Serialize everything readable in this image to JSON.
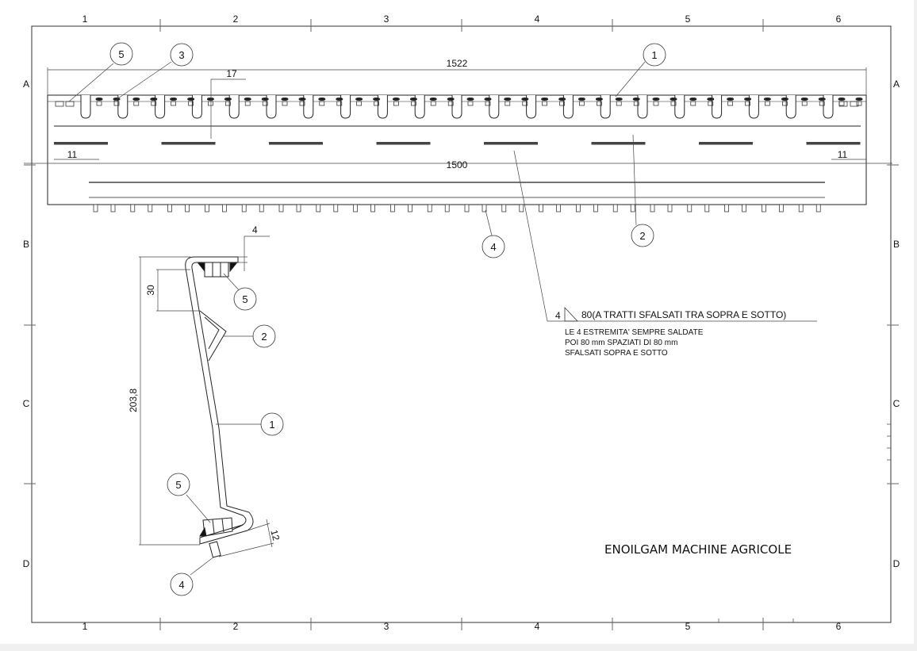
{
  "sheet": {
    "columns": [
      "1",
      "2",
      "3",
      "4",
      "5",
      "6"
    ],
    "rows": [
      "A",
      "B",
      "C",
      "D"
    ]
  },
  "top_view": {
    "dim_overall": "1522",
    "dim_inner": "1500",
    "dim_edge_left": "11",
    "dim_edge_right": "11",
    "dim_height": "17",
    "balloons": [
      "5",
      "3",
      "1",
      "2",
      "4"
    ]
  },
  "weld_note": {
    "size": "4",
    "spec": "80(A TRATTI SFALSATI TRA SOPRA E SOTTO)",
    "lines": [
      "LE 4 ESTREMITA' SEMPRE SALDATE",
      "POI 80 mm SPAZIATI DI 80 mm",
      "SFALSATI SOPRA E SOTTO"
    ]
  },
  "side_view": {
    "dim_top": "4",
    "dim_30": "30",
    "dim_height": "203,8",
    "dim_12": "12",
    "balloons": [
      "5",
      "2",
      "1",
      "5",
      "4"
    ]
  },
  "title_block": {
    "company": "ENOILGAM MACHINE AGRICOLE"
  }
}
